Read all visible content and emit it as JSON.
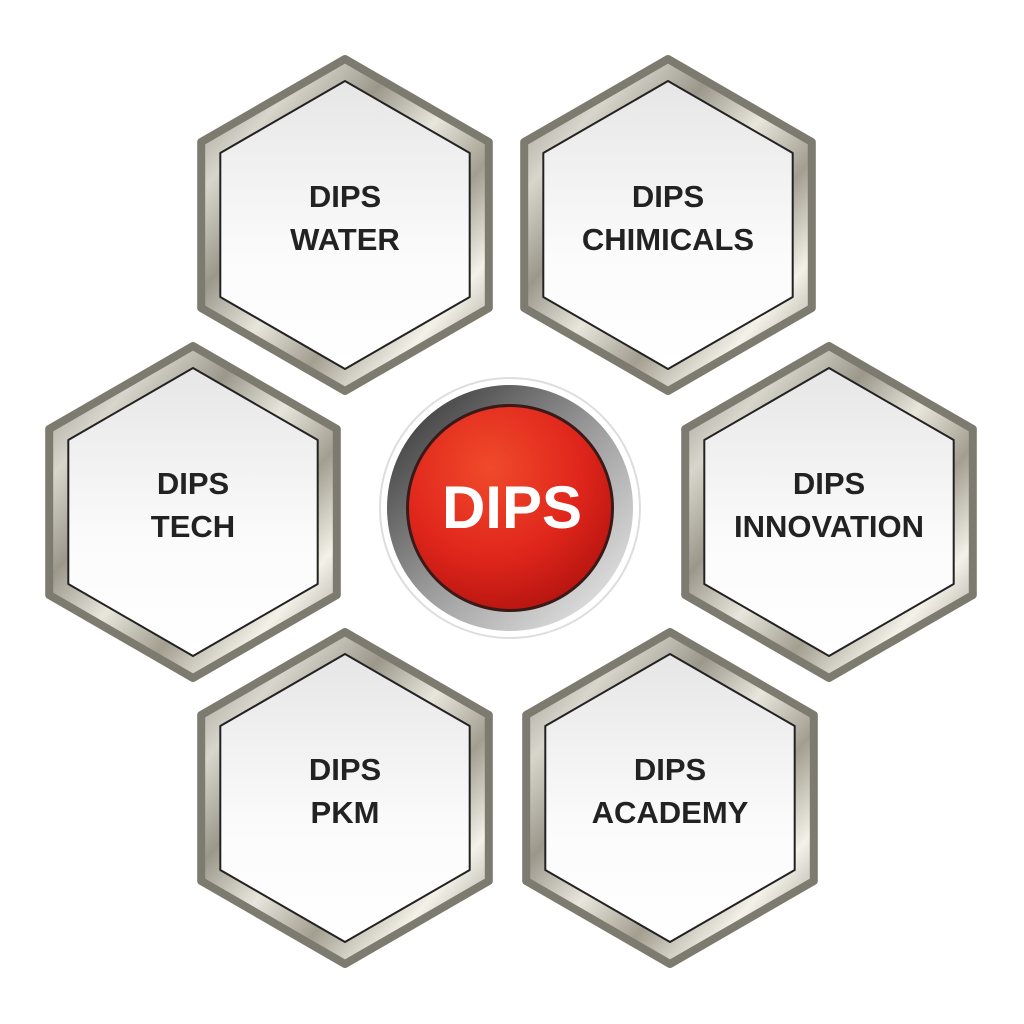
{
  "center": {
    "label": "DIPS",
    "color": "#e0261c"
  },
  "hexagons": [
    {
      "line1": "DIPS",
      "line2": "WATER"
    },
    {
      "line1": "DIPS",
      "line2": "CHIMICALS"
    },
    {
      "line1": "DIPS",
      "line2": "TECH"
    },
    {
      "line1": "DIPS",
      "line2": "INNOVATION"
    },
    {
      "line1": "DIPS",
      "line2": "PKM"
    },
    {
      "line1": "DIPS",
      "line2": "ACADEMY"
    }
  ]
}
